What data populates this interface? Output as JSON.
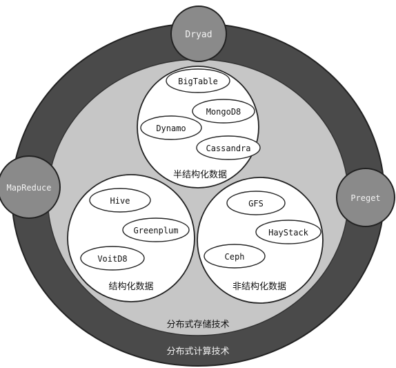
{
  "colors": {
    "outer_ring": "#4a4a4a",
    "inner_disc": "#c6c6c6",
    "satellite": "#8a8a8a",
    "white": "#ffffff",
    "ink": "#111111",
    "light_text": "#f2f2f2"
  },
  "satellites": {
    "top": "Dryad",
    "left": "MapReduce",
    "right": "Preget"
  },
  "outer_label": "分布式计算技术",
  "inner_label": "分布式存储技术",
  "semi_structured": {
    "title": "半结构化数据",
    "items": [
      "BigTable",
      "MongoD8",
      "Dynamo",
      "Cassandra"
    ]
  },
  "structured": {
    "title": "结构化数据",
    "items": [
      "Hive",
      "Greenplum",
      "VoitD8"
    ]
  },
  "unstructured": {
    "title": "非结构化数据",
    "items": [
      "GFS",
      "HayStack",
      "Ceph"
    ]
  }
}
